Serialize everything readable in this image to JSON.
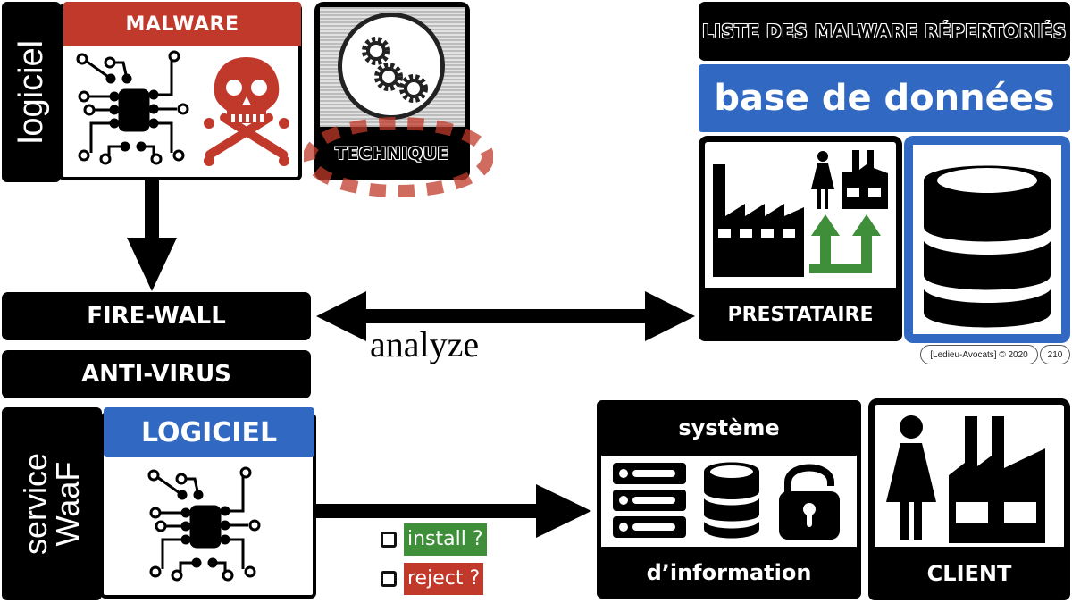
{
  "slide": {
    "credit": "[Ledieu-Avocats] © 2020",
    "page_number": "210"
  },
  "colors": {
    "red": "#c0392b",
    "blue": "#3168c2",
    "green": "#3f8f3a",
    "black": "#000000",
    "dashed_highlight": "#c0392b"
  },
  "malware_card": {
    "side_label": "logiciel",
    "header": "MALWARE",
    "icons": [
      "circuit-chip-icon",
      "skull-crossbones-icon"
    ]
  },
  "technique_card": {
    "label": "TECHNIQUE",
    "icon": "gears-icon",
    "highlighted": true
  },
  "database_panel": {
    "title": "LISTE DES MALWARE RÉPERTORIÉS",
    "subtitle": "base de données",
    "prestataire_label": "PRESTATAIRE",
    "icons": [
      "factory-icon",
      "person-icon",
      "small-factory-icon",
      "green-up-arrows-icon",
      "database-icon"
    ]
  },
  "filters": {
    "firewall": "FIRE-WALL",
    "antivirus": "ANTI-VIRUS"
  },
  "analyze_arrow": {
    "label": "analyze",
    "direction": "bidirectional"
  },
  "waaf_card": {
    "side_label_line1": "service",
    "side_label_line2": "WaaF",
    "header": "LOGICIEL",
    "icon": "circuit-chip-icon"
  },
  "decision": {
    "options": [
      {
        "label": "install ?",
        "color": "#3f8f3a",
        "checked": false
      },
      {
        "label": "reject ?",
        "color": "#c0392b",
        "checked": false
      }
    ]
  },
  "info_system_card": {
    "top_label": "système",
    "bottom_label": "d’information",
    "icons": [
      "server-rack-icon",
      "database-icon",
      "padlock-icon"
    ]
  },
  "client_card": {
    "label": "CLIENT",
    "icons": [
      "person-icon",
      "factory-icon"
    ]
  }
}
